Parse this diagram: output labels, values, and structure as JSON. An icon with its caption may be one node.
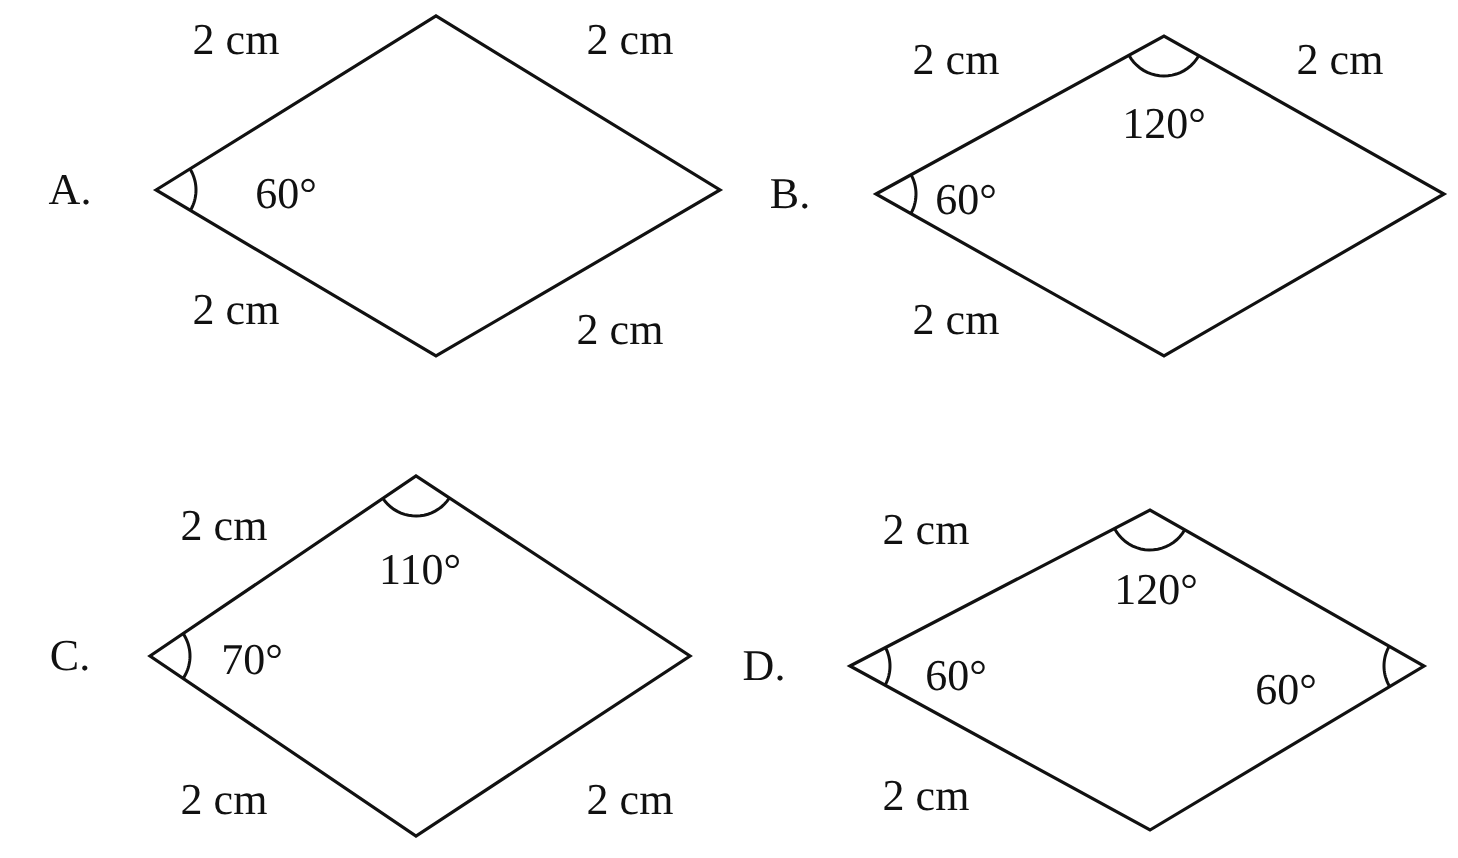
{
  "diagram": {
    "nodes": [
      {
        "text": [
          "60°"
        ],
        "beside": [
          "2 cm",
          "2 cm",
          "A.",
          "2 cm",
          "2 cm"
        ]
      },
      {
        "text": [
          "120°",
          "60°"
        ],
        "beside": [
          "2 cm",
          "2 cm",
          "B.",
          "2 cm"
        ]
      },
      {
        "text": [
          "110°",
          "70°"
        ],
        "beside": [
          "2 cm",
          "C.",
          "2 cm",
          "2 cm"
        ]
      },
      {
        "text": [
          "120°",
          "60°",
          "60°"
        ],
        "beside": [
          "2 cm",
          "D.",
          "2 cm"
        ]
      }
    ]
  }
}
